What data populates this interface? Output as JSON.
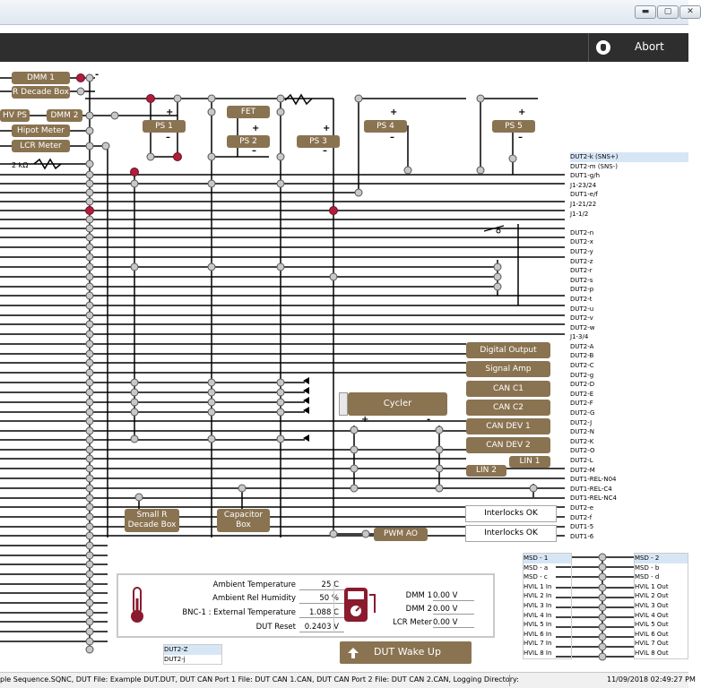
{
  "window": {
    "min": "▬",
    "max": "▢",
    "close": "✕"
  },
  "toolbar": {
    "abort_label": "Abort"
  },
  "instruments": {
    "dmm1": "DMM 1",
    "r_decade": "R Decade Box",
    "hv_ps": "HV PS",
    "dmm2": "DMM 2",
    "hipot": "Hipot Meter",
    "lcr": "LCR Meter",
    "resistor_label": "2 kΩ",
    "ps1": "PS 1",
    "fet": "FET",
    "ps2": "PS 2",
    "ps3": "PS 3",
    "ps4": "PS 4",
    "ps5": "PS 5",
    "cycler": "Cycler",
    "small_r_1": "Small R",
    "small_r_2": "Decade Box",
    "cap_1": "Capacitor",
    "cap_2": "Box",
    "pwm": "PWM AO",
    "digital_output": "Digital Output",
    "signal_amp": "Signal Amp",
    "can_c1": "CAN C1",
    "can_c2": "CAN C2",
    "can_dev1": "CAN DEV 1",
    "can_dev2": "CAN DEV 2",
    "lin1": "LIN 1",
    "lin2": "LIN 2"
  },
  "symbols": {
    "plus": "+",
    "minus": "-",
    "minus2": "–"
  },
  "dut_pins": [
    "DUT2-k  (SNS+)",
    "DUT2-m  (SNS-)",
    "DUT1-g/h",
    "J1-23/24",
    "DUT1-e/f",
    "J1-21/22",
    "J1-1/2",
    "",
    "DUT2-n",
    "DUT2-x",
    "DUT2-y",
    "DUT2-z",
    "DUT2-r",
    "DUT2-s",
    "DUT2-p",
    "DUT2-t",
    "DUT2-u",
    "DUT2-v",
    "DUT2-w",
    "J1-3/4",
    "DUT2-A",
    "DUT2-B",
    "DUT2-C",
    "DUT2-g",
    "DUT2-D",
    "DUT2-E",
    "DUT2-F",
    "DUT2-G",
    "DUT2-J",
    "DUT2-N",
    "DUT2-K",
    "DUT2-O",
    "DUT2-L",
    "DUT2-M",
    "DUT1-REL-N04",
    "DUT1-REL-C4",
    "DUT1-REL-NC4",
    "DUT2-e",
    "DUT2-f",
    "DUT1-5",
    "DUT1-6"
  ],
  "interlocks": [
    "Interlocks OK",
    "Interlocks OK"
  ],
  "msd_left": [
    "MSD - 1",
    "MSD - a",
    "MSD - c",
    "HVIL 1 In",
    "HVIL 2 In",
    "HVIL 3 In",
    "HVIL 4 In",
    "HVIL 5 In",
    "HVIL 6 In",
    "HVIL 7 In",
    "HVIL 8 In"
  ],
  "msd_right": [
    "MSD - 2",
    "MSD - b",
    "MSD - d",
    "HVIL 1 Out",
    "HVIL 2 Out",
    "HVIL 3 Out",
    "HVIL 4 Out",
    "HVIL 5 Out",
    "HVIL 6 Out",
    "HVIL 7 Out",
    "HVIL 8 Out"
  ],
  "bottom_pins": [
    "DUT2-Z",
    "DUT2-j"
  ],
  "readings": {
    "ambient_temp_label": "Ambient Temperature",
    "ambient_temp": "25 C",
    "humidity_label": "Ambient Rel Humidity",
    "humidity": "50 %",
    "bnc_label": "BNC-1 : External Temperature",
    "bnc": "1.088 C",
    "dut_reset_label": "DUT Reset",
    "dut_reset": "0.2403 V",
    "dmm1_label": "DMM 1",
    "dmm1": "0.00 V",
    "dmm2_label": "DMM 2",
    "dmm2": "0.00 V",
    "lcr_label": "LCR Meter",
    "lcr": "0.00 V"
  },
  "wake": {
    "label": "DUT Wake Up"
  },
  "status": {
    "text": "ple Sequence.SQNC, DUT File: Example DUT.DUT, DUT CAN Port 1 File: DUT CAN 1.CAN, DUT CAN Port 2 File: DUT CAN 2.CAN, Logging Directory:",
    "time": "11/09/2018 02:49:27 PM"
  }
}
